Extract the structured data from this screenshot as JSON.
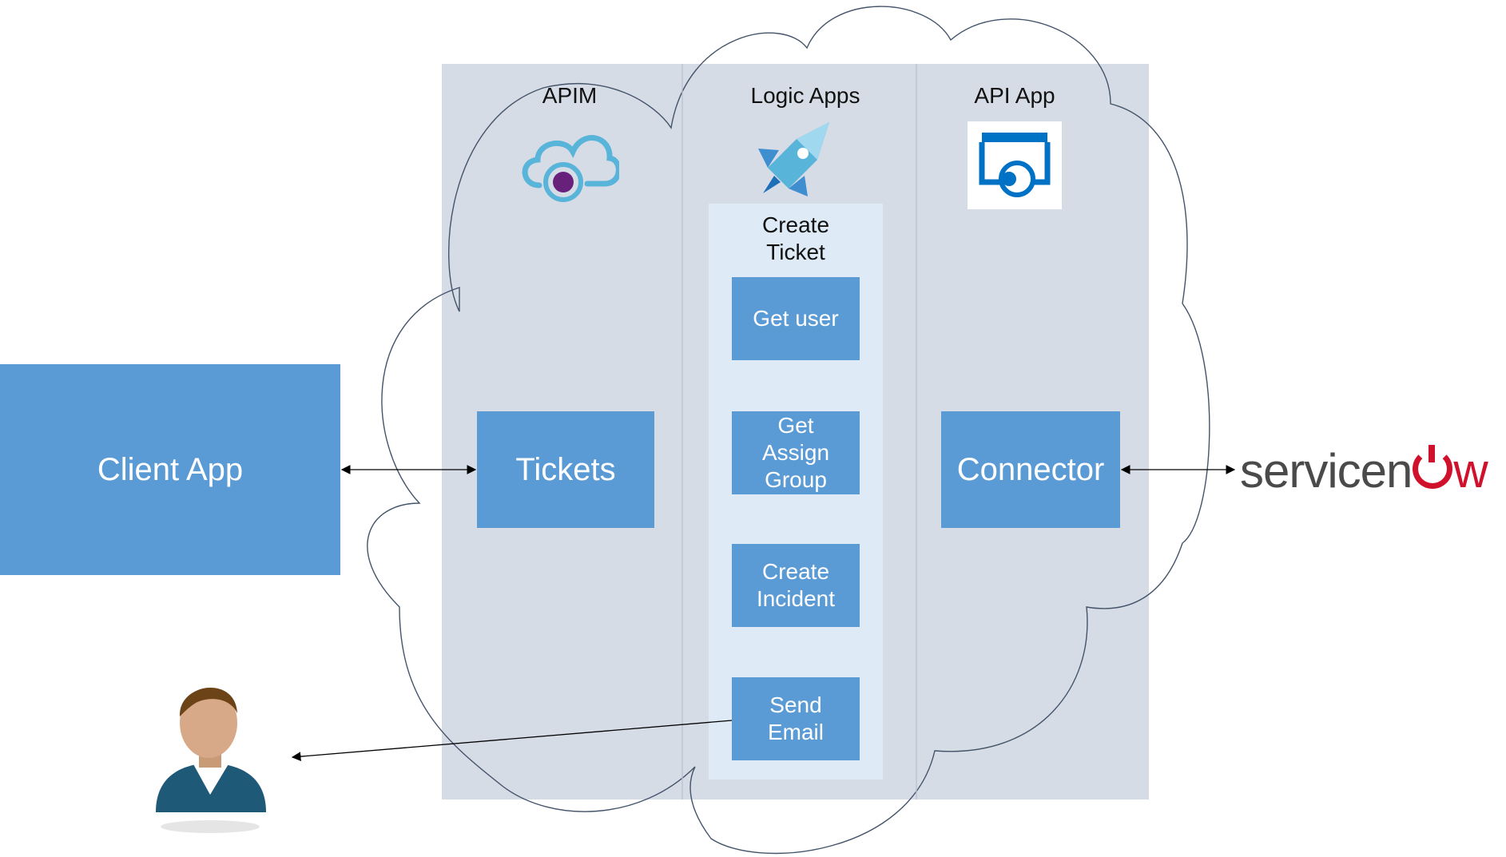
{
  "diagram": {
    "client_app": "Client App",
    "columns": {
      "apim": "APIM",
      "logic_apps": "Logic Apps",
      "api_app": "API App"
    },
    "tickets": "Tickets",
    "workflow_title": "Create\nTicket",
    "steps": [
      "Get user",
      "Get\nAssign\nGroup",
      "Create\nIncident",
      "Send\nEmail"
    ],
    "connector": "Connector",
    "external": {
      "logo_text_1": "servicen",
      "logo_text_2": "w"
    },
    "colors": {
      "box": "#5b9bd5",
      "panel": "#d6dce5",
      "inner_panel": "#deebf7",
      "cloud_stroke": "#44546a",
      "servicenow_red": "#d0112b",
      "servicenow_gray": "#4a4a4a"
    },
    "icons": {
      "apim": "api-management-cloud-icon",
      "logic_apps": "rocket-icon",
      "api_app": "api-app-icon",
      "user": "user-avatar-icon"
    }
  }
}
